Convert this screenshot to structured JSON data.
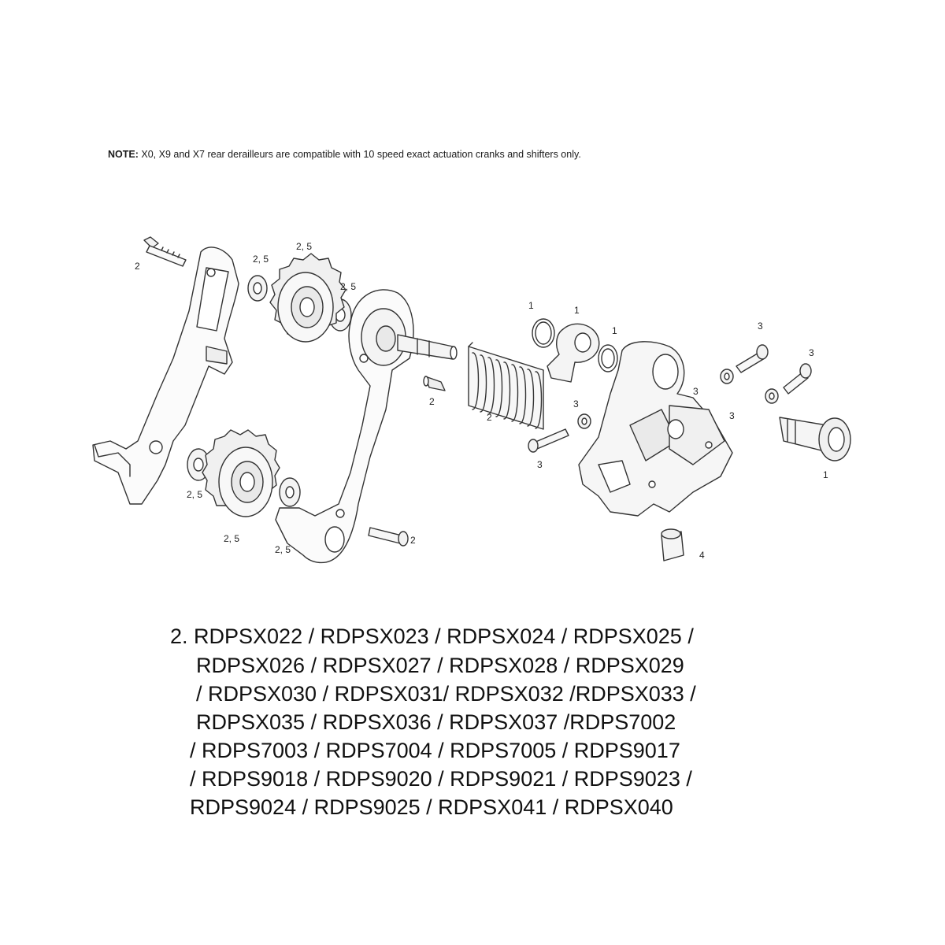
{
  "note": {
    "label": "NOTE:",
    "text": "X0, X9 and X7 rear derailleurs are compatible with 10 speed exact actuation cranks and shifters only."
  },
  "callouts": {
    "c_bolt_top_left": "2",
    "c_washer_top": "2, 5",
    "c_upper_pulley": "2, 5",
    "c_washer_right": "2, 5",
    "c_washer_lower_left": "2, 5",
    "c_lower_pulley": "2, 5",
    "c_washer_bottom": "2, 5",
    "c_bolt_bottom": "2",
    "c_cable_end": "2",
    "c_spring": "2",
    "c_oring_1": "1",
    "c_bushing_1": "1",
    "c_oring_2": "1",
    "c_bolt_a": "3",
    "c_bolt_b": "3",
    "c_washer_mid": "3",
    "c_bolt_c": "3",
    "c_body_3a": "3",
    "c_body_3b": "3",
    "c_axle": "1",
    "c_barrel": "4"
  },
  "part_list": {
    "line1": "2. RDPSX022 / RDPSX023 / RDPSX024 / RDPSX025 /",
    "line2": "RDPSX026 / RDPSX027 / RDPSX028 / RDPSX029",
    "line3": "/ RDPSX030 / RDPSX031/ RDPSX032 /RDPSX033 /",
    "line4": "RDPSX035 / RDPSX036 / RDPSX037 /RDPS7002",
    "line5": "/ RDPS7003 / RDPS7004 / RDPS7005 / RDPS9017",
    "line6": "/ RDPS9018 / RDPS9020 / RDPS9021 / RDPS9023 /",
    "line7": "RDPS9024 / RDPS9025 / RDPSX041 / RDPSX040"
  }
}
